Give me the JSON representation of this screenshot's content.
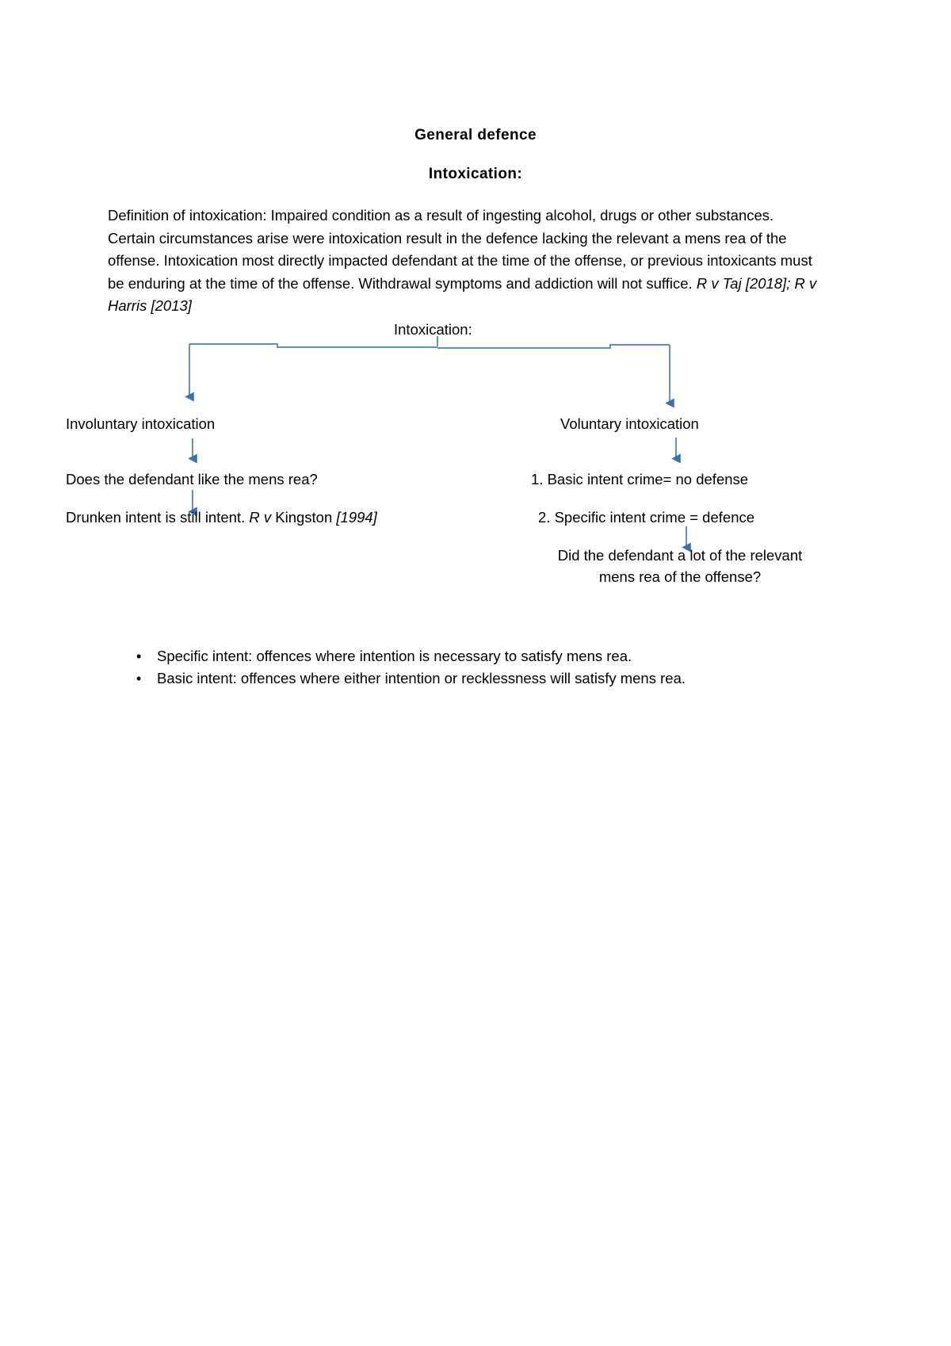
{
  "document": {
    "title": "General defence",
    "subtitle": "Intoxication:"
  },
  "paragraph": {
    "lead": "Definition of intoxication: Impaired condition as a result of ingesting alcohol, drugs or other substances. Certain circumstances arise were intoxication result in the defence lacking the relevant a mens rea of the offense. Intoxication most directly impacted defendant at the time of the offense, or previous intoxicants must be enduring at the time of the offense. Withdrawal symptoms and addiction will not suffice. ",
    "citations": "R v Taj [2018]; R v Harris [2013]"
  },
  "diagram": {
    "root_label": "Intoxication:",
    "left_branch": {
      "heading": "Involuntary intoxication",
      "question": "Does the defendant like the mens rea?",
      "statement_plain": "Drunken intent is still intent. ",
      "statement_case_italic": "R v",
      "statement_case_name": " Kingston ",
      "statement_case_year": "[1994]"
    },
    "right_branch": {
      "heading": "Voluntary intoxication",
      "item1": "1. Basic intent crime= no defense",
      "item2": "2.  Specific intent crime = defence",
      "item2_followup_line1": "Did the defendant a lot of the relevant",
      "item2_followup_line2": "mens rea of the offense?"
    },
    "connector_color": "#4a7ebb",
    "arrow_color": "#3b6fb6"
  },
  "bullets": [
    {
      "marker": "•",
      "text": "Specific intent: offences where intention is necessary to satisfy mens rea."
    },
    {
      "marker": "•",
      "text": "Basic intent: offences where either intention or recklessness will satisfy mens rea."
    }
  ]
}
